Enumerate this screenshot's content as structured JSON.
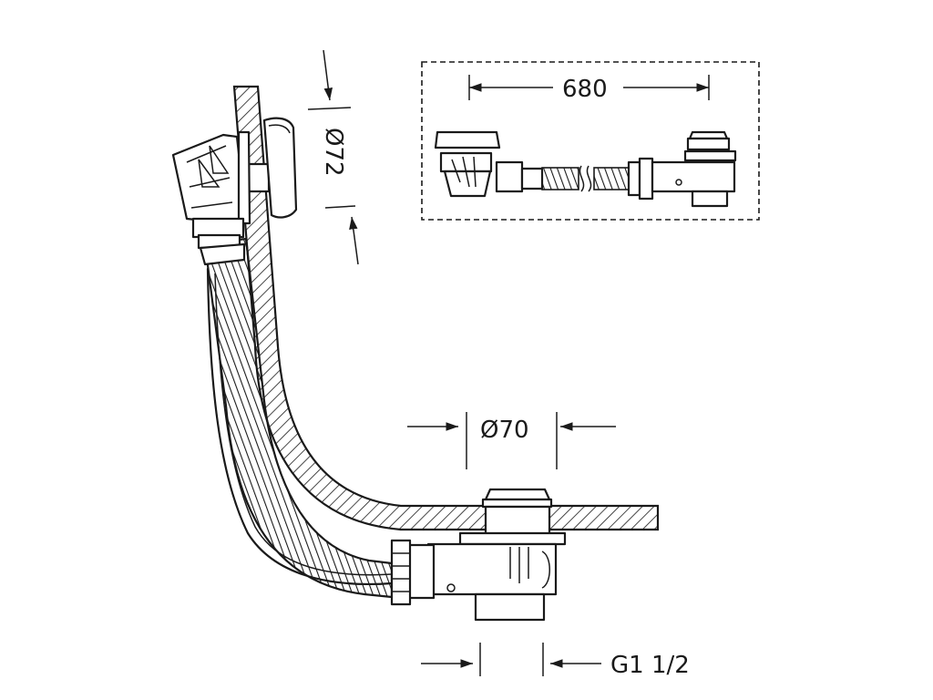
{
  "dimensions": {
    "overflow_diameter": "Ø72",
    "drain_diameter": "Ø70",
    "length": "680",
    "thread": "G1 1/2"
  }
}
